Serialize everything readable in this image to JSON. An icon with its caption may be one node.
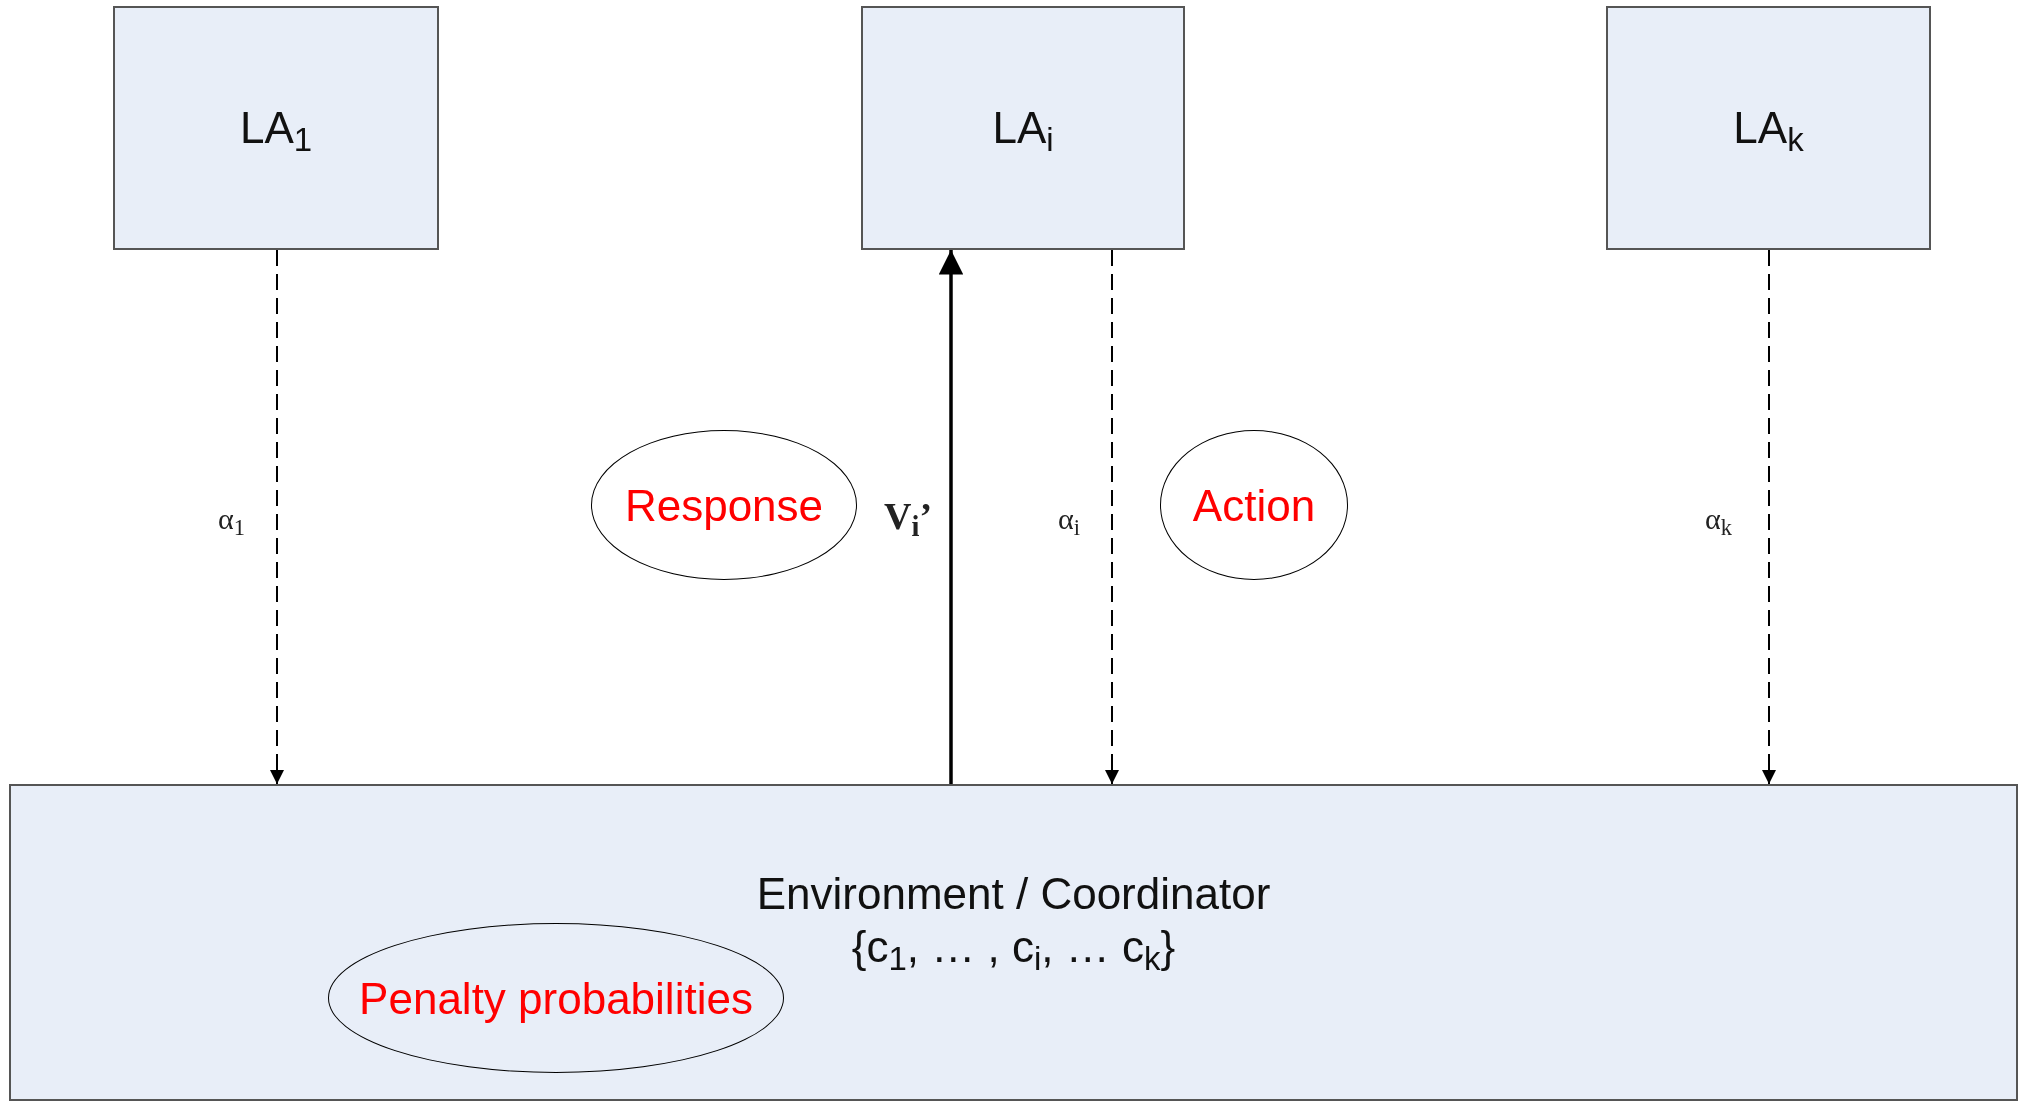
{
  "diagram": {
    "nodes": [
      {
        "text": [
          "LA$_{1}$"
        ]
      },
      {
        "text": [
          "LA$_{i}$"
        ]
      },
      {
        "text": [
          "LA$_{k}$"
        ]
      },
      {
        "text": [
          "Environment / Coordinator",
          "{c$_{1}$, … , c$_{i}$, … c$_{k}$}"
        ]
      },
      {
        "text": [
          "Response"
        ]
      },
      {
        "text": [
          "Action"
        ]
      },
      {
        "text": [
          "Penalty probabilities"
        ],
        "in": 3
      }
    ],
    "edges": [
      {
        "from": 0,
        "to": 3,
        "arrow": "to",
        "style": "dashed",
        "label": "α$_{1}$"
      },
      {
        "from": 3,
        "to": 1,
        "arrow": "to",
        "label": "V$_{i}$’"
      },
      {
        "from": 1,
        "to": 3,
        "arrow": "to",
        "style": "dashed",
        "label": "α$_{i}$"
      },
      {
        "from": 2,
        "to": 3,
        "arrow": "to",
        "style": "dashed",
        "label": "α$_{k}$"
      }
    ]
  }
}
